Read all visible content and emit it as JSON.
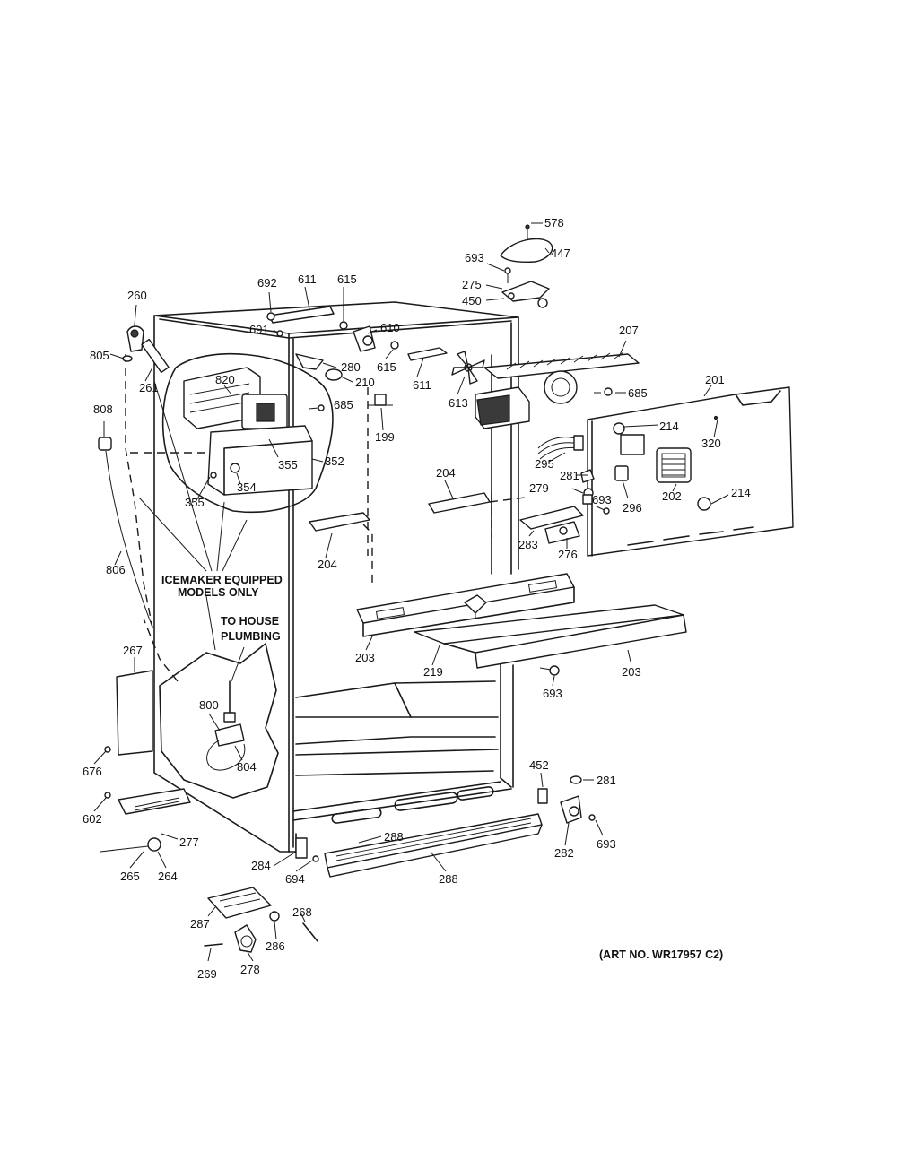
{
  "art_number": "(ART NO. WR17957 C2)",
  "notes": {
    "icemaker_line1": "ICEMAKER EQUIPPED",
    "icemaker_line2": "MODELS ONLY",
    "plumbing_line1": "TO HOUSE",
    "plumbing_line2": "PLUMBING"
  },
  "part_labels": [
    "578",
    "447",
    "693",
    "275",
    "450",
    "207",
    "685",
    "201",
    "214",
    "320",
    "295",
    "281",
    "693",
    "279",
    "202",
    "214",
    "296",
    "276",
    "283",
    "204",
    "260",
    "692",
    "611",
    "615",
    "691",
    "610",
    "615",
    "611",
    "613",
    "280",
    "210",
    "805",
    "261",
    "820",
    "685",
    "199",
    "808",
    "355",
    "352",
    "355",
    "354",
    "204",
    "806",
    "203",
    "219",
    "203",
    "693",
    "267",
    "800",
    "804",
    "676",
    "602",
    "277",
    "265",
    "264",
    "284",
    "694",
    "288",
    "288",
    "452",
    "281",
    "282",
    "693",
    "287",
    "268",
    "286",
    "269",
    "278"
  ]
}
